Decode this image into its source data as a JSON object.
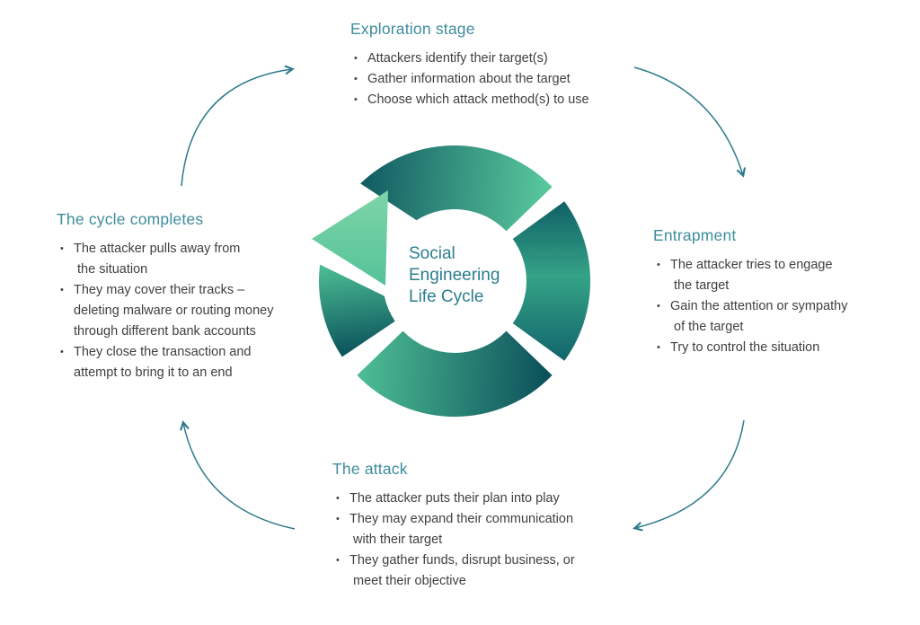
{
  "title": "Social Engineering Life Cycle",
  "colors": {
    "background": "#FFFFFF",
    "heading_color": "#3E8C9C",
    "center_text": "#2B7E8E",
    "body_text": "#3F3F3F",
    "ring_dark": "#0E5A63",
    "ring_dark_deep": "#0C525C",
    "ring_mint": "#5ECB9E",
    "ring_mid_green": "#35A386",
    "arrowhead_light": "#7ED5A9",
    "arrowhead_dark": "#55C298",
    "flow_arrow": "#2E7A8C"
  },
  "center_label": {
    "text": "Social\nEngineering\nLife Cycle"
  },
  "stages": [
    {
      "id": "exploration",
      "heading": "Exploration stage",
      "bullets": [
        "Attackers identify their target(s)",
        "Gather information about the target",
        "Choose which attack method(s) to use"
      ]
    },
    {
      "id": "entrapment",
      "heading": "Entrapment",
      "bullets": [
        "The attacker tries to engage\n the target",
        "Gain the attention or sympathy\n of the target",
        "Try to control the situation"
      ]
    },
    {
      "id": "attack",
      "heading": "The attack",
      "bullets": [
        "The attacker puts their plan into play",
        "They may expand their communication\n with their target",
        "They gather funds, disrupt business, or\n meet their objective"
      ]
    },
    {
      "id": "cycle_completes",
      "heading": "The cycle completes",
      "bullets": [
        "The attacker pulls away from\n the situation",
        "They may cover their tracks –\ndeleting malware or routing money\nthrough different bank accounts",
        "They close the transaction and\nattempt to bring it to an end"
      ]
    }
  ]
}
